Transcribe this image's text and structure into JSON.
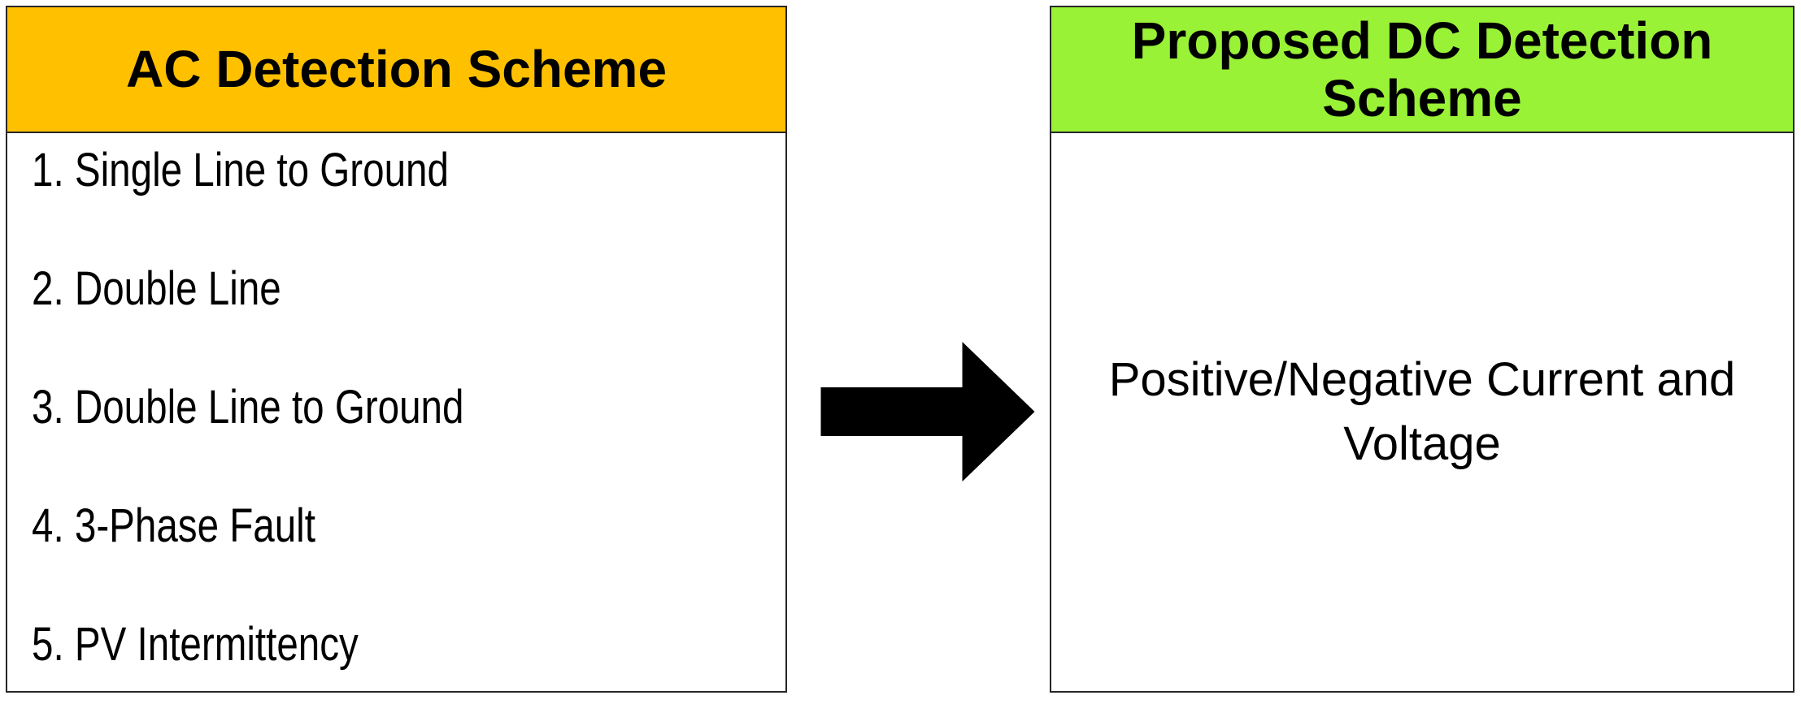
{
  "colors": {
    "left_header_bg": "#FFC000",
    "right_header_bg": "#99F236",
    "border": "#262626",
    "arrow": "#000000",
    "text": "#000000",
    "background": "#FFFFFF"
  },
  "left_box": {
    "title": "AC Detection Scheme",
    "items": [
      "1. Single Line to Ground",
      "2. Double Line",
      "3. Double Line to Ground",
      "4. 3-Phase Fault",
      "5. PV Intermittency"
    ]
  },
  "arrow": {
    "direction": "right"
  },
  "right_box": {
    "title": "Proposed DC Detection Scheme",
    "body": "Positive/Negative Current and Voltage"
  }
}
